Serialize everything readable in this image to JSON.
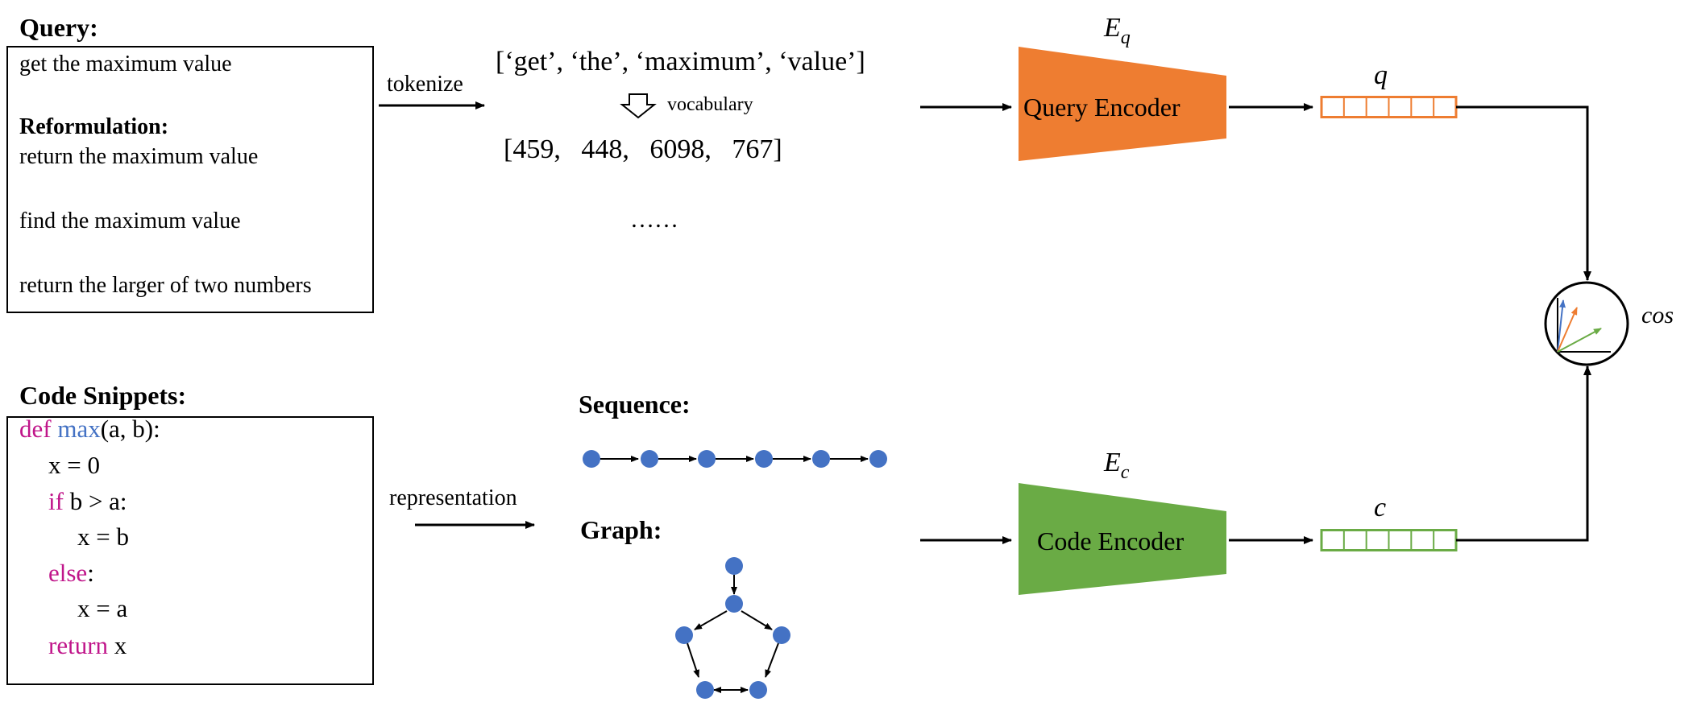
{
  "query_panel": {
    "heading": "Query:",
    "query_text": "get the maximum value",
    "reformulation_heading": "Reformulation:",
    "reformulations": [
      "return the maximum value",
      "find the maximum value",
      "return the larger of two numbers"
    ]
  },
  "code_panel": {
    "heading": "Code Snippets:",
    "lines": [
      [
        {
          "t": "def ",
          "c": "kw"
        },
        {
          "t": "max",
          "c": "fn"
        },
        {
          "t": "(a, b):",
          "c": "txt"
        }
      ],
      [
        {
          "t": "x = 0",
          "c": "txt"
        }
      ],
      [
        {
          "t": "if ",
          "c": "kw"
        },
        {
          "t": "b > a:",
          "c": "txt"
        }
      ],
      [
        {
          "t": "x = b",
          "c": "txt"
        }
      ],
      [
        {
          "t": "else",
          "c": "kw"
        },
        {
          "t": ":",
          "c": "txt"
        }
      ],
      [
        {
          "t": "x = a",
          "c": "txt"
        }
      ],
      [
        {
          "t": "return ",
          "c": "kw"
        },
        {
          "t": "x",
          "c": "txt"
        }
      ]
    ]
  },
  "tokenize": {
    "label": "tokenize",
    "tokens_text": "[‘get’, ‘the’, ‘maximum’, ‘value’]",
    "vocabulary_label": "vocabulary",
    "ids_text": "[459,   448,   6098,   767]",
    "ellipsis": "……"
  },
  "representation": {
    "label": "representation",
    "sequence_label": "Sequence:",
    "graph_label": "Graph:"
  },
  "encoders": {
    "query": {
      "symbol_base": "E",
      "symbol_sub": "q",
      "label": "Query Encoder",
      "vector_label": "q",
      "color": "#ee7d31"
    },
    "code": {
      "symbol_base": "E",
      "symbol_sub": "c",
      "label": "Code Encoder",
      "vector_label": "c",
      "color": "#6aab45"
    }
  },
  "similarity": {
    "label": "cos"
  },
  "colors": {
    "keyword": "#c0158a",
    "function": "#4472c4",
    "node": "#4472c4",
    "vector_arrow_blue": "#4472c4"
  }
}
